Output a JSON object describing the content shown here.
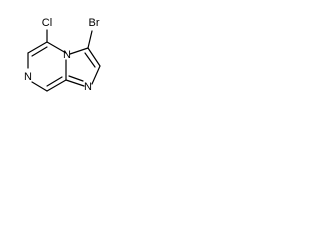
{
  "molecule": {
    "atoms": {
      "bromine": "Br",
      "chlorine": "Cl",
      "ring_nitrogen_bridgehead": "N",
      "ring_nitrogen_pyrazine": "N",
      "ring_nitrogen_imidazole": "N"
    }
  }
}
